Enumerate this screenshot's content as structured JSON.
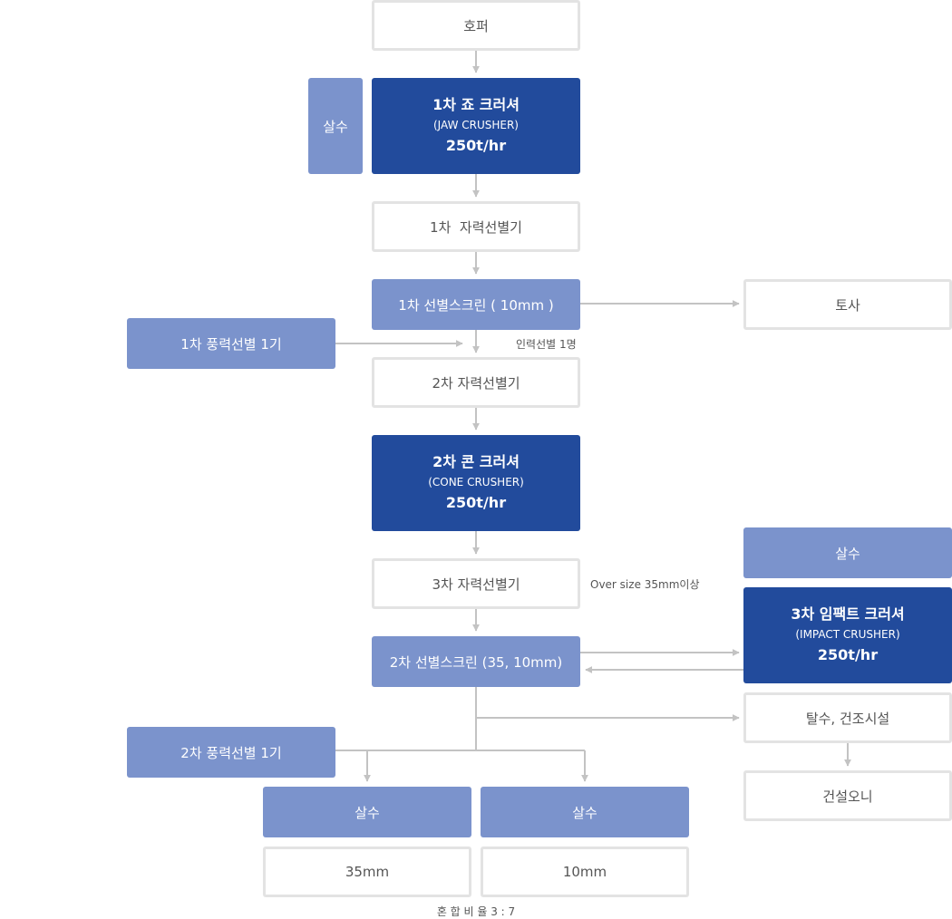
{
  "nodes": {
    "hopper": "호퍼",
    "jaw": {
      "line1": "1차 죠 크러셔",
      "line2": "(JAW CRUSHER)",
      "line3": "250t/hr"
    },
    "spray1": "살수",
    "mag1": "1차  자력선별기",
    "screen1": "1차 선별스크린 ( 10mm )",
    "soil": "토사",
    "wind1": "1차 풍력선별 1기",
    "mag2": "2차 자력선별기",
    "cone": {
      "line1": "2차 콘 크러셔",
      "line2": "(CONE CRUSHER)",
      "line3": "250t/hr"
    },
    "mag3": "3차 자력선별기",
    "spray_impact": "살수",
    "impact": {
      "line1": "3차 임팩트 크러셔",
      "line2": "(IMPACT CRUSHER)",
      "line3": "250t/hr"
    },
    "screen2": "2차 선별스크린 (35, 10mm)",
    "dewater": "탈수, 건조시설",
    "sludge": "건설오니",
    "wind2": "2차 풍력선별 1기",
    "spray35": "살수",
    "spray10": "살수",
    "out35": "35mm",
    "out10": "10mm"
  },
  "notes": {
    "manual_sort": "인력선별 1명",
    "oversize": "Over size 35mm이상",
    "mix_ratio": "혼 합 비 율 3 : 7"
  },
  "colors": {
    "dark_blue": "#224b9c",
    "light_blue": "#7b93cc",
    "border_gray": "#e3e3e3",
    "connector_gray": "#c3c3c3"
  }
}
